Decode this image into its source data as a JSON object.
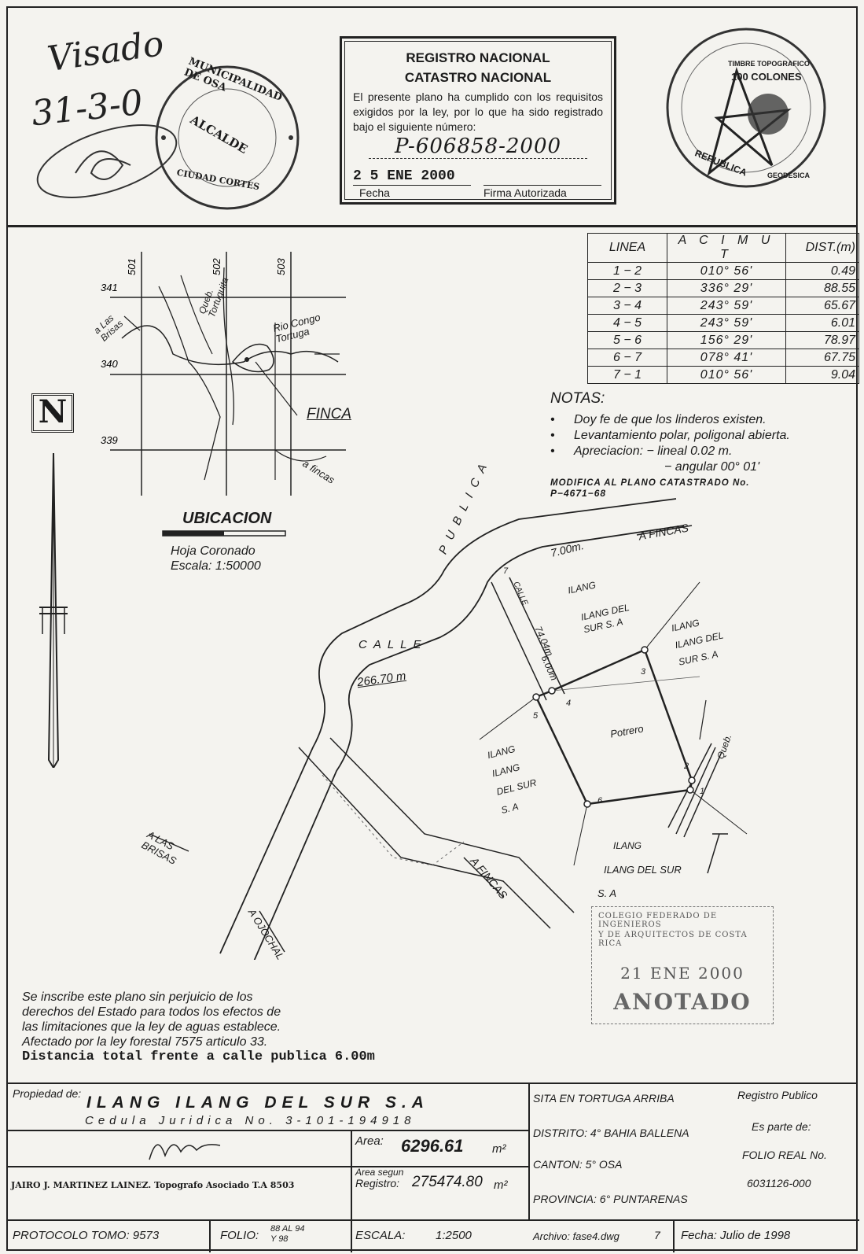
{
  "header": {
    "visado_note": "Visado",
    "visado_date": "31-3-0",
    "municipal_seal": {
      "top": "MUNICIPALIDAD DE OSA",
      "center": "ALCALDE",
      "bottom": "CIUDAD CORTES"
    },
    "registro": {
      "title_1": "REGISTRO NACIONAL",
      "title_2": "CATASTRO NACIONAL",
      "body": "El presente plano ha cumplido con los requisitos exigidos por la ley, por lo que ha sido registrado bajo el siguiente número:",
      "number": "P-606858-2000",
      "date": "2 5 ENE 2000",
      "fecha_label": "Fecha",
      "firma_label": "Firma Autorizada"
    },
    "stamp_top_right": {
      "line1": "TIMBRE TOPOGRAFICO",
      "line2": "100 COLONES",
      "line3": "REPUBLICA",
      "line4": "GEODESICA"
    }
  },
  "azimuth_table": {
    "headers": [
      "LINEA",
      "A C I M U T",
      "DIST.(m)"
    ],
    "rows": [
      [
        "1 − 2",
        "010° 56'",
        "0.49"
      ],
      [
        "2 − 3",
        "336° 29'",
        "88.55"
      ],
      [
        "3 − 4",
        "243° 59'",
        "65.67"
      ],
      [
        "4 − 5",
        "243° 59'",
        "6.01"
      ],
      [
        "5 − 6",
        "156° 29'",
        "78.97"
      ],
      [
        "6 − 7",
        "078° 41'",
        "67.75"
      ],
      [
        "7 − 1",
        "010° 56'",
        "9.04"
      ]
    ]
  },
  "notes": {
    "title": "NOTAS:",
    "items": [
      "Doy fe de que los linderos existen.",
      "Levantamiento polar, poligonal abierta.",
      "Apreciacion: − lineal 0.02 m."
    ],
    "angular": "− angular 00° 01'",
    "modifica": "MODIFICA AL PLANO CATASTRADO No.",
    "modifica_num": "P−4671−68"
  },
  "location_map": {
    "grid_x": [
      "501",
      "502",
      "503"
    ],
    "grid_y": [
      "341",
      "340",
      "339"
    ],
    "labels": {
      "brisas": "a Las Brisas",
      "quebrada": "Queb. Tortuguita",
      "rio": "Rio Congo Tortuga",
      "finca": "FINCA",
      "fincas": "a fincas"
    },
    "title": "UBICACION",
    "hoja": "Hoja Coronado",
    "escala": "Escala: 1:50000"
  },
  "north_label": "N",
  "plan": {
    "road_word": "PUBLICA",
    "calle_word": "CALLE",
    "calle_length": "266.70 m",
    "road_width": "7.00m.",
    "inner_calle": "CALLE",
    "inner_len": "74.04m",
    "inner_width": "6.00m",
    "to_fincas_top": "A FINCAS",
    "to_fincas_bottom": "A FINCAS",
    "to_brisas": "A LAS BRISAS",
    "to_ojochal": "A OJOCHAL",
    "potrero": "Potrero",
    "quebrada": "Queb.",
    "neighbor_top_1": "ILANG",
    "neighbor_top_2": "ILANG DEL SUR S. A",
    "neighbor_right": "ILANG ILANG DEL SUR S. A",
    "neighbor_left": "ILANG ILANG DEL SUR S. A",
    "neighbor_bottom_1": "ILANG",
    "neighbor_bottom_2": "ILANG DEL SUR",
    "neighbor_bottom_3": "S. A",
    "vertices": [
      "1",
      "2",
      "3",
      "4",
      "5",
      "6",
      "7"
    ]
  },
  "colegio_stamp": {
    "line1": "COLEGIO FEDERADO DE INGENIEROS",
    "line2": "Y DE ARQUITECTOS DE COSTA RICA",
    "date": "21 ENE 2000",
    "status": "ANOTADO"
  },
  "disclaimer": {
    "lines": [
      "Se inscribe este plano sin perjuicio de los",
      "derechos del Estado para todos los efectos de",
      "las limitaciones que la ley de aguas  establece.",
      "Afectado por la ley forestal 7575 articulo 33."
    ],
    "distancia": "Distancia total frente a calle publica 6.00m"
  },
  "title_block": {
    "propiedad_label": "Propiedad de:",
    "propietario": "ILANG  ILANG  DEL  SUR  S.A",
    "cedula": "Cedula Juridica No. 3-101-194918",
    "area_label": "Area:",
    "area_value": "6296.61",
    "area_unit": "m²",
    "area_registro_label_1": "Area segun",
    "area_registro_label_2": "Registro:",
    "area_registro_value": "275474.80",
    "area_registro_unit": "m²",
    "topografo": "JAIRO J. MARTINEZ LAINEZ. Topografo Asociado T.A 8503",
    "protocolo": "PROTOCOLO TOMO: 9573",
    "folio_label": "FOLIO:",
    "folio_value_1": "88 AL 94",
    "folio_value_2": "Y 98",
    "escala_label": "ESCALA:",
    "escala_value": "1:2500",
    "sita": "SITA EN  TORTUGA ARRIBA",
    "distrito": "DISTRITO: 4° BAHIA BALLENA",
    "canton": "CANTON: 5° OSA",
    "provincia": "PROVINCIA: 6° PUNTARENAS",
    "archivo": "Archivo: fase4.dwg",
    "archivo_num": "7",
    "registro_publico": "Registro Publico",
    "es_parte": "Es parte de:",
    "folio_real": "FOLIO REAL No.",
    "folio_real_num": "6031126-000",
    "fecha": "Fecha: Julio de 1998"
  }
}
